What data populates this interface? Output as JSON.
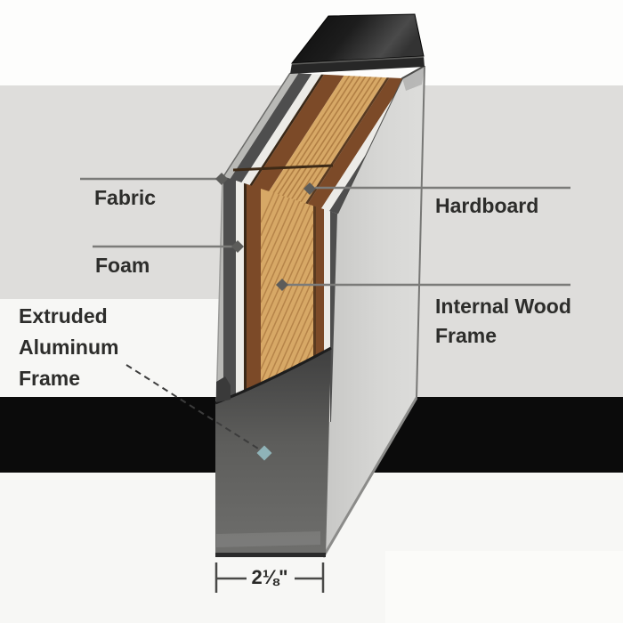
{
  "labels": {
    "fabric": "Fabric",
    "foam": "Foam",
    "extruded_aluminum_frame": "Extruded\nAluminum\nFrame",
    "hardboard": "Hardboard",
    "internal_wood_frame": "Internal Wood\nFrame"
  },
  "dimension": {
    "width_label": "2⅛\""
  },
  "parts": [
    {
      "name": "Fabric",
      "color": "#4e4e4e"
    },
    {
      "name": "Foam",
      "color": "#ecebe7"
    },
    {
      "name": "Hardboard",
      "color": "#7c4a28"
    },
    {
      "name": "Internal Wood Frame",
      "color": "#d7a866"
    },
    {
      "name": "Extruded Aluminum Frame",
      "color": "#5a5a58"
    }
  ],
  "colors": {
    "background": "#f7f7f5",
    "upper_background": "#fdfdfc",
    "gray_band": "#dedddb",
    "black_band": "#0b0b0b",
    "panel_face": "#d4d4d2",
    "cap": "#141414",
    "wood": "#d7a866",
    "hardboard": "#7c4a28",
    "foam": "#ecebe7",
    "aluminum_base": "#5a5a58",
    "leader_line": "#7b7b79",
    "marker": "#5c5c5a",
    "accent_marker": "#8fb3b8",
    "text": "#2d2d2b"
  }
}
